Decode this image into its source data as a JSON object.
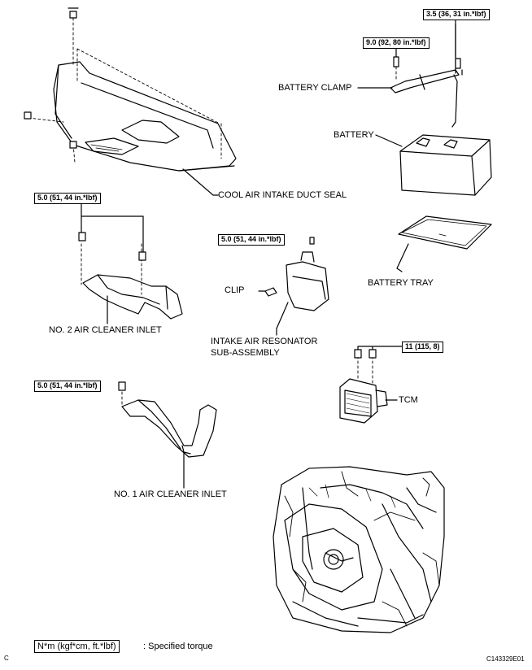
{
  "labels": {
    "cool_air_intake_duct_seal": "COOL AIR INTAKE DUCT SEAL",
    "battery_clamp": "BATTERY CLAMP",
    "battery": "BATTERY",
    "battery_tray": "BATTERY TRAY",
    "no2_air_cleaner_inlet": "NO. 2 AIR CLEANER INLET",
    "clip": "CLIP",
    "intake_air_resonator_line1": "INTAKE AIR RESONATOR",
    "intake_air_resonator_line2": "SUB-ASSEMBLY",
    "tcm": "TCM",
    "no1_air_cleaner_inlet": "NO. 1 AIR CLEANER INLET"
  },
  "torques": {
    "battery_clamp_nut": "3.5 (36, 31 in.*lbf)",
    "battery_clamp_bolt": "9.0 (92, 80 in.*lbf)",
    "no2_inlet": "5.0 (51, 44 in.*lbf)",
    "resonator": "5.0 (51, 44 in.*lbf)",
    "tcm": "11 (115, 8)",
    "no1_inlet": "5.0 (51, 44 in.*lbf)"
  },
  "legend": {
    "unit_box": "N*m (kgf*cm, ft.*lbf)",
    "text": ": Specified torque"
  },
  "footer": {
    "left_mark": "C",
    "figure_id": "C143329E01"
  }
}
